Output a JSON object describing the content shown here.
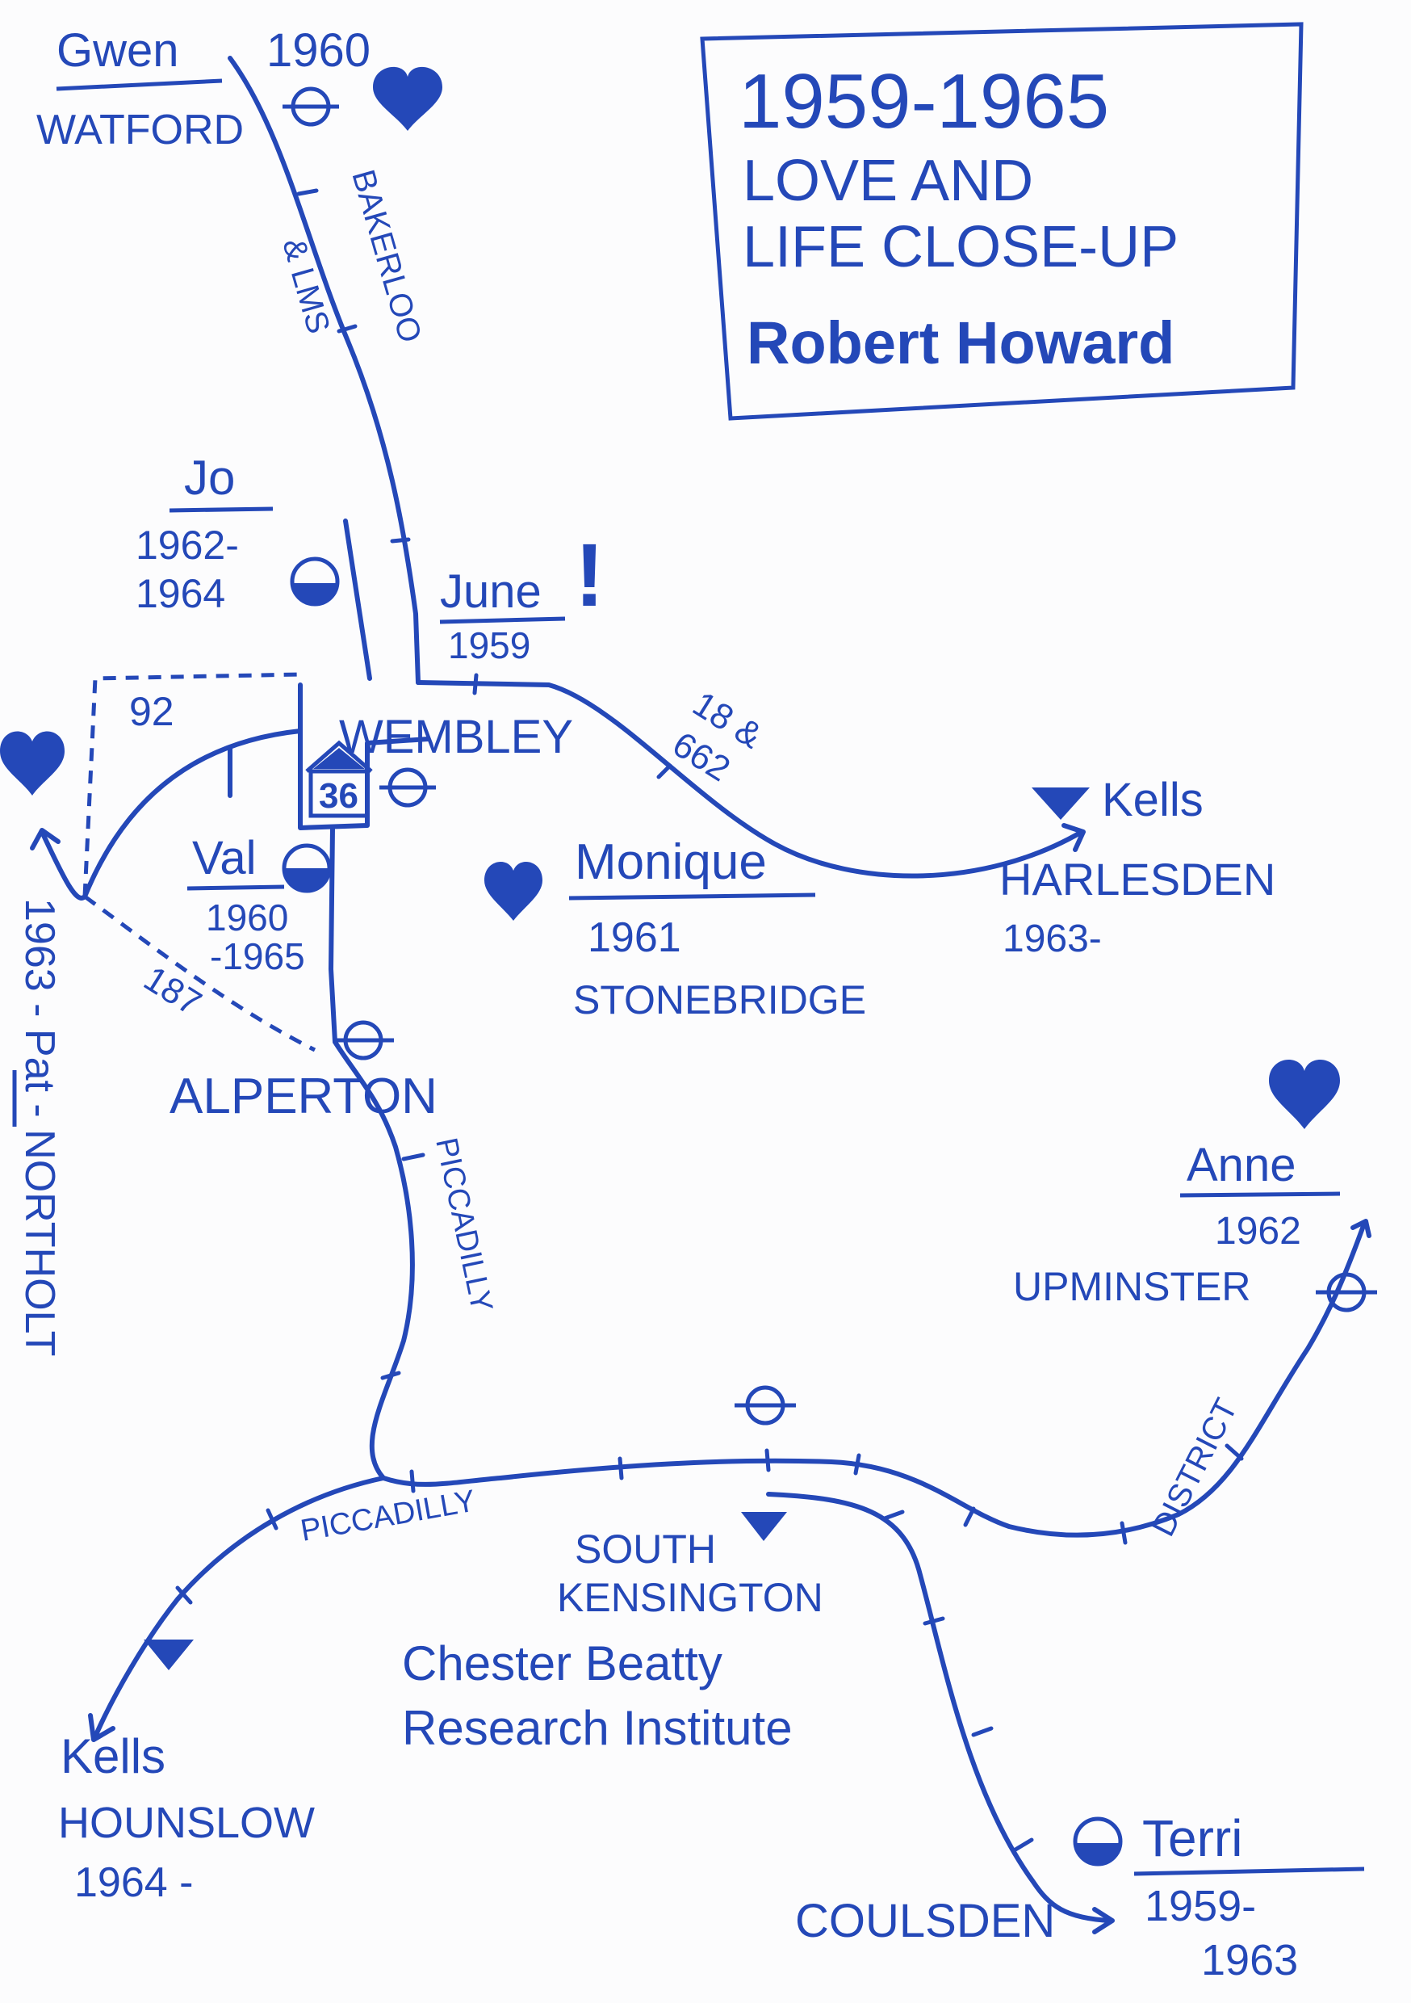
{
  "title_box": {
    "years": "1959-1965",
    "line1": "LOVE AND",
    "line2": "LIFE CLOSE-UP",
    "author": "Robert Howard"
  },
  "people": {
    "gwen": {
      "name": "Gwen",
      "year": "1960"
    },
    "jo": {
      "name": "Jo",
      "years_a": "1962-",
      "years_b": "1964"
    },
    "june": {
      "name": "June",
      "year": "1959",
      "mark": "!"
    },
    "val": {
      "name": "Val",
      "years_a": "1960",
      "years_b": "-1965"
    },
    "monique": {
      "name": "Monique",
      "year": "1961",
      "place": "STONEBRIDGE"
    },
    "anne": {
      "name": "Anne",
      "year": "1962",
      "place": "UPMINSTER"
    },
    "terri": {
      "name": "Terri",
      "years_a": "1959-",
      "years_b": "1963"
    },
    "pat": {
      "vertical": "1963 - Pat - NORTHOLT"
    }
  },
  "places": {
    "watford": "WATFORD",
    "wembley": "WEMBLEY",
    "wembley_bus": "36",
    "alperton": "ALPERTON",
    "harlesden": "HARLESDEN",
    "harlesden_year": "1963-",
    "kells_harlesden": "Kells",
    "kells_hounslow": "Kells",
    "hounslow": "HOUNSLOW",
    "hounslow_year": "1964 -",
    "south_ken_1": "SOUTH",
    "south_ken_2": "KENSINGTON",
    "institute_1": "Chester Beatty",
    "institute_2": "Research Institute",
    "coulsden": "COULSDEN"
  },
  "line_labels": {
    "bakerloo": "BAKERLOO",
    "lms": "& LMS",
    "piccadilly_north": "PICCADILLY",
    "piccadilly_south": "PICCADILLY",
    "district": "DISTRICT",
    "bus_92": "92",
    "bus_18": "18 &",
    "bus_662": "662",
    "bus_187": "187"
  },
  "ink_color": "#2448b8"
}
